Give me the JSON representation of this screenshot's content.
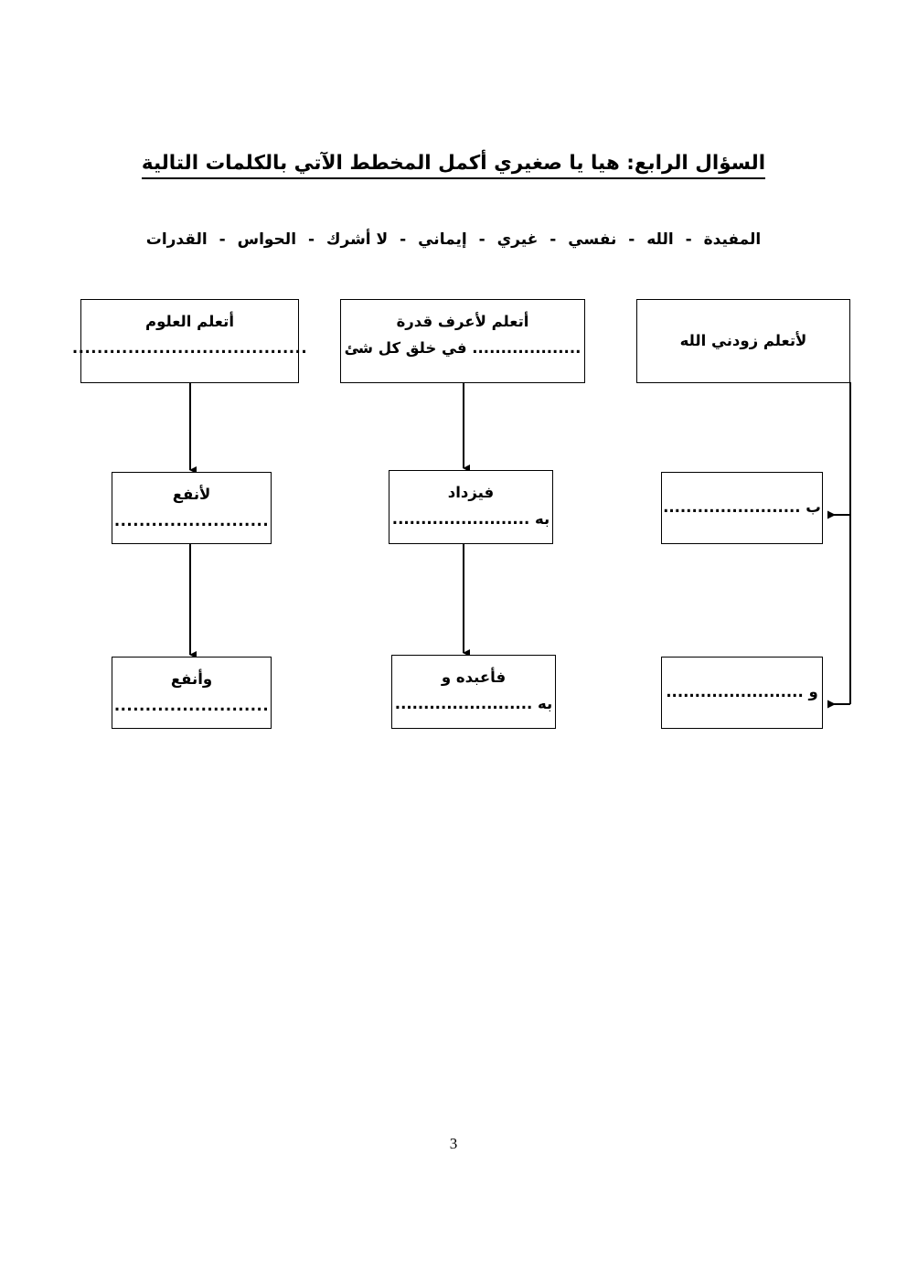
{
  "document": {
    "language": "ar",
    "page_number": "3"
  },
  "title": {
    "text": "السؤال الرابع: هيا يا صغيري أكمل المخطط الآتي بالكلمات التالية"
  },
  "word_bank": {
    "separator": "-",
    "words": [
      "المفيدة",
      "الله",
      "نفسي",
      "غيري",
      "إيماني",
      "لا أشرك",
      "الحواس",
      "القدرات"
    ]
  },
  "diagram": {
    "type": "flowchart",
    "columns": 3,
    "rows": 3,
    "nodes": [
      {
        "id": "top-right",
        "lines": [
          "لأتعلم زودني الله"
        ]
      },
      {
        "id": "top-mid",
        "lines": [
          "أتعلم لأعرف قدرة",
          "................... في خلق كل شئ"
        ]
      },
      {
        "id": "top-left",
        "lines": [
          "أتعلم العلوم",
          "......................................"
        ]
      },
      {
        "id": "mid-right",
        "lines": [
          "",
          "ب ........................"
        ]
      },
      {
        "id": "mid-mid",
        "lines": [
          "فيزداد",
          "به ........................"
        ]
      },
      {
        "id": "mid-left",
        "lines": [
          "لأنفع",
          "........................."
        ]
      },
      {
        "id": "bot-right",
        "lines": [
          "",
          "و ........................"
        ]
      },
      {
        "id": "bot-mid",
        "lines": [
          "فأعبده و",
          "به ........................"
        ]
      },
      {
        "id": "bot-left",
        "lines": [
          "وأنفع",
          "........................."
        ]
      }
    ],
    "connectors": [
      {
        "from": "top-right",
        "to": "mid-right",
        "style": "vertical-arrow"
      },
      {
        "from": "mid-right",
        "to": "bot-right",
        "style": "vertical-arrow"
      },
      {
        "from": "top-mid",
        "to": "mid-mid",
        "style": "vertical-arrow"
      },
      {
        "from": "mid-mid",
        "to": "bot-mid",
        "style": "vertical-arrow"
      },
      {
        "from": "top-left",
        "to": "mid-left",
        "style": "elbow-left-arrow"
      },
      {
        "from": "top-left",
        "to": "bot-left",
        "style": "elbow-left-arrow"
      }
    ]
  },
  "colors": {
    "ink": "#000000",
    "paper": "#ffffff"
  }
}
